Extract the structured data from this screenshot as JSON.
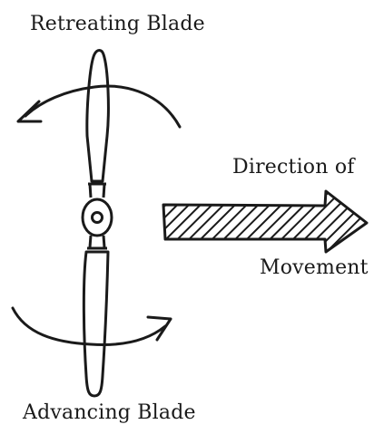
{
  "labels": {
    "retreating": "Retreating Blade",
    "advancing": "Advancing Blade",
    "direction_line1": "Direction of",
    "direction_line2": "Movement"
  },
  "icons": {
    "rotation_upper": "curved-arrow-left-icon",
    "rotation_lower": "curved-arrow-right-icon",
    "movement": "hatched-arrow-right-icon",
    "hub": "rotor-hub-icon"
  },
  "colors": {
    "ink": "#1a1a1a",
    "background": "#ffffff"
  }
}
